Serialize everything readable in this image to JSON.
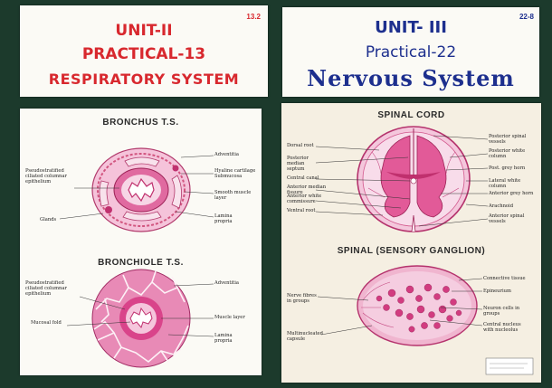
{
  "unit2_card": {
    "unit": "UNIT-II",
    "practical": "PRACTICAL-13",
    "topic": "RESPIRATORY SYSTEM",
    "corner_mark": "13.2",
    "text_color": "#d8282e"
  },
  "unit3_card": {
    "unit": "UNIT- III",
    "practical": "Practical-22",
    "topic": "Nervous System",
    "corner_mark": "22-8",
    "text_color": "#1d2f8e"
  },
  "bronchus_chart": {
    "title1": "BRONCHUS T.S.",
    "title2": "BRONCHIOLE T.S.",
    "bronchus_left_labels": [
      "Pseudostratified ciliated columnar epithelium",
      "Glands"
    ],
    "bronchus_right_labels": [
      "Adventitia",
      "Hyaline cartilage Submucosa",
      "Smooth muscle layer",
      "Lamina propria"
    ],
    "bronchiole_left_labels": [
      "Pseudostratified ciliated columnar epithelium",
      "Mucosal fold"
    ],
    "bronchiole_right_labels": [
      "Adventitia",
      "Muscle layer",
      "Lamina propria"
    ]
  },
  "spinal_chart": {
    "title1": "SPINAL CORD",
    "title2": "SPINAL (SENSORY GANGLION)",
    "cord_left_labels": [
      "Dorsal root",
      "Posterior median septum",
      "Central canal",
      "Anterior median fissure",
      "Anterior white commissure",
      "Ventral root"
    ],
    "cord_right_labels": [
      "Posterior spinal vessels",
      "Posterior white column",
      "Post. grey horn",
      "Lateral white column",
      "Anterior grey horn",
      "Arachnoid",
      "Anterior spinal vessels"
    ],
    "ganglion_left_labels": [
      "Nerve fibres in groups",
      "Multinucleated capsule"
    ],
    "ganglion_right_labels": [
      "Connective tissue",
      "Epineurium",
      "Neuron cells in groups",
      "Central nucleus with nucleolus"
    ]
  },
  "colors": {
    "board": "#1c3a2c",
    "stain_pink": "#e06aa0",
    "stain_deep": "#c0306e",
    "stain_light": "#f3b9d2"
  }
}
